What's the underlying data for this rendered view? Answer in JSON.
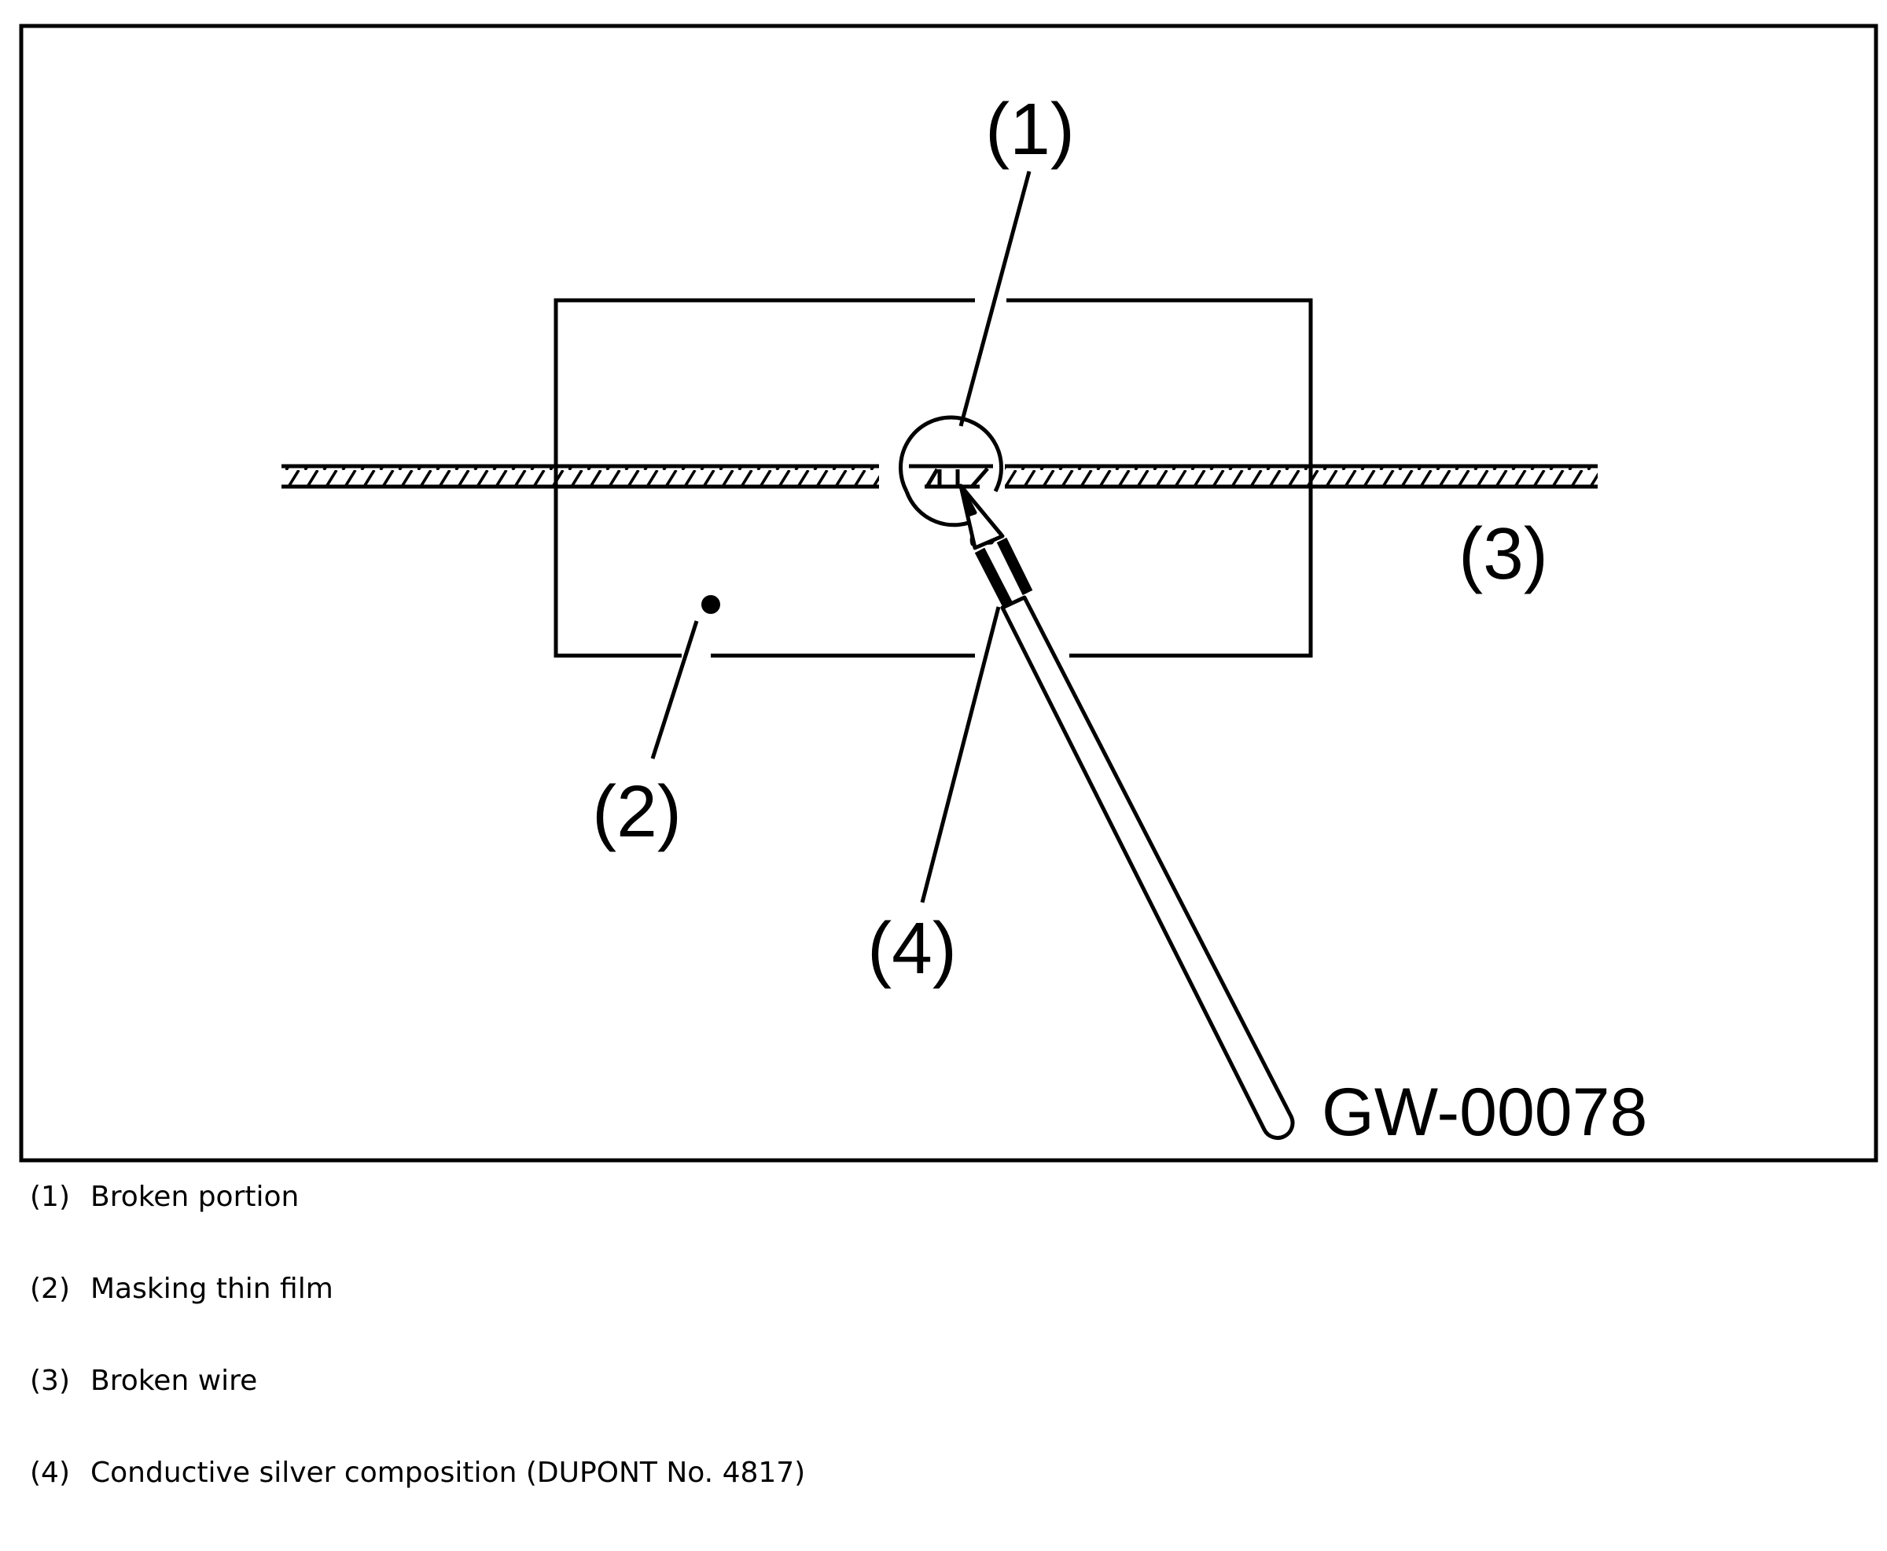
{
  "figure": {
    "id": "GW-00078",
    "callouts": [
      {
        "key": "c1",
        "label": "(1)"
      },
      {
        "key": "c2",
        "label": "(2)"
      },
      {
        "key": "c3",
        "label": "(3)"
      },
      {
        "key": "c4",
        "label": "(4)"
      }
    ]
  },
  "legend": [
    {
      "num": "(1)",
      "text": "Broken portion"
    },
    {
      "num": "(2)",
      "text": "Masking thin film"
    },
    {
      "num": "(3)",
      "text": "Broken wire"
    },
    {
      "num": "(4)",
      "text": "Conductive silver composition (DUPONT No. 4817)"
    }
  ]
}
